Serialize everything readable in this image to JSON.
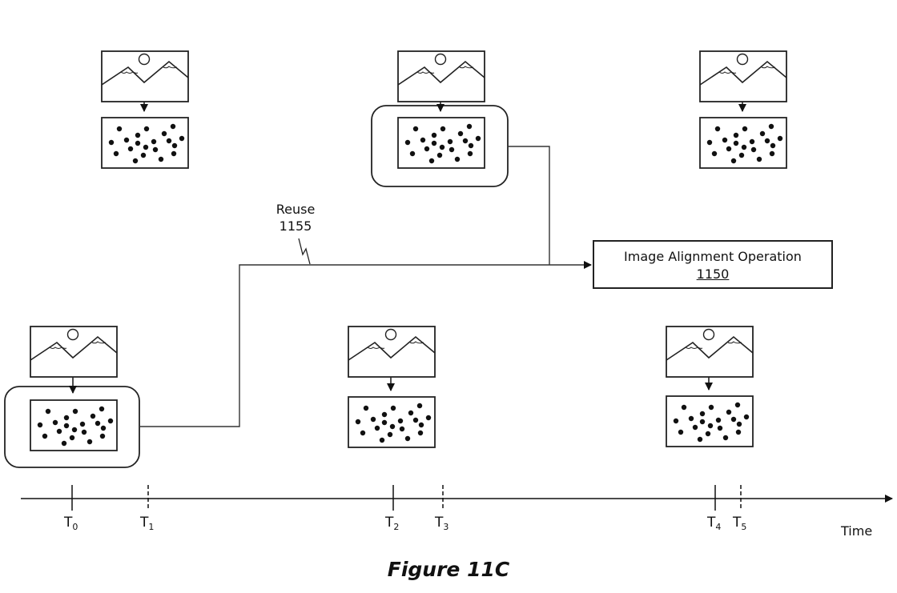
{
  "caption": "Figure 11C",
  "reuse": {
    "label": "Reuse",
    "ref": "1155"
  },
  "operation": {
    "label": "Image Alignment Operation",
    "ref": "1150"
  },
  "timeline": {
    "axis_label": "Time",
    "ticks": [
      {
        "base": "T",
        "sub": "0",
        "style": "solid"
      },
      {
        "base": "T",
        "sub": "1",
        "style": "dashed"
      },
      {
        "base": "T",
        "sub": "2",
        "style": "solid"
      },
      {
        "base": "T",
        "sub": "3",
        "style": "dashed"
      },
      {
        "base": "T",
        "sub": "4",
        "style": "solid"
      },
      {
        "base": "T",
        "sub": "5",
        "style": "dashed"
      }
    ]
  },
  "frames": [
    {
      "id": "frame-t0",
      "time": "T0",
      "row": "bottom",
      "highlighted": true
    },
    {
      "id": "frame-a",
      "row": "top",
      "highlighted": false
    },
    {
      "id": "frame-t2",
      "time": "T2",
      "row": "bottom",
      "highlighted": false
    },
    {
      "id": "frame-b",
      "row": "top",
      "highlighted": true
    },
    {
      "id": "frame-t4",
      "time": "T4",
      "row": "bottom",
      "highlighted": false
    },
    {
      "id": "frame-c",
      "row": "top",
      "highlighted": false
    }
  ]
}
